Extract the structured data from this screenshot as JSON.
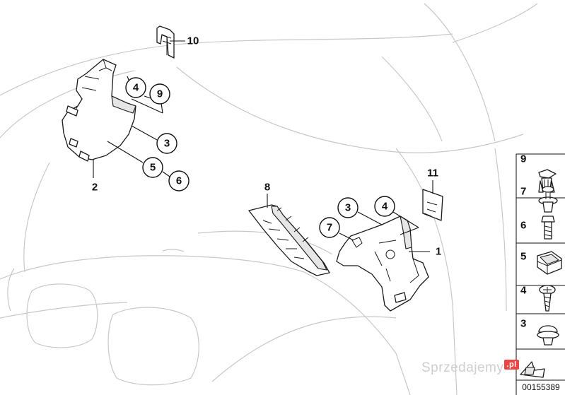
{
  "diagram": {
    "callouts": [
      {
        "id": "c-10",
        "label": "10",
        "circled": false
      },
      {
        "id": "c-4-left",
        "label": "4",
        "circled": true
      },
      {
        "id": "c-9-left",
        "label": "9",
        "circled": true
      },
      {
        "id": "c-3-left",
        "label": "3",
        "circled": true
      },
      {
        "id": "c-5-left",
        "label": "5",
        "circled": true
      },
      {
        "id": "c-6-left",
        "label": "6",
        "circled": true
      },
      {
        "id": "c-2",
        "label": "2",
        "circled": false
      },
      {
        "id": "c-8",
        "label": "8",
        "circled": false
      },
      {
        "id": "c-3-right",
        "label": "3",
        "circled": true
      },
      {
        "id": "c-4-right",
        "label": "4",
        "circled": true
      },
      {
        "id": "c-7",
        "label": "7",
        "circled": true
      },
      {
        "id": "c-11",
        "label": "11",
        "circled": false
      },
      {
        "id": "c-1",
        "label": "1",
        "circled": false
      }
    ],
    "legend": [
      {
        "label": "9",
        "icon": "push-rivet-icon"
      },
      {
        "label": "7",
        "icon": "expanding-rivet-icon"
      },
      {
        "label": "6",
        "icon": "bolt-icon"
      },
      {
        "label": "5",
        "icon": "spring-nut-icon"
      },
      {
        "label": "4",
        "icon": "screw-icon"
      },
      {
        "label": "3",
        "icon": "grommet-icon"
      }
    ],
    "reference_number": "00155389",
    "watermark": {
      "text": "Sprzedajemy",
      "badge": ".pl"
    }
  }
}
